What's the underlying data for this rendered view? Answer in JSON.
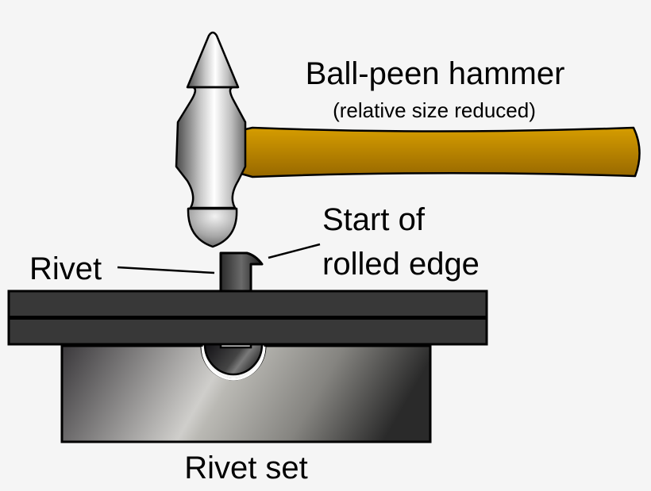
{
  "title": "Ball-peen hammer riveting diagram",
  "labels": {
    "hammer": "Ball-peen hammer",
    "hammer_note": "(relative size reduced)",
    "rivet": "Rivet",
    "rolled_edge_line1": "Start of",
    "rolled_edge_line2": "rolled edge",
    "rivet_set": "Rivet set"
  },
  "colors": {
    "background": "#f5f5f5",
    "handle_light": "#d29a00",
    "handle_dark": "#996a00",
    "plate": "#383838",
    "steel_light": "#ffffff",
    "steel_dark": "#555555",
    "outline": "#000000"
  },
  "components": [
    {
      "name": "hammer-head",
      "material": "steel"
    },
    {
      "name": "hammer-handle",
      "material": "wood"
    },
    {
      "name": "rivet",
      "material": "steel"
    },
    {
      "name": "plate-top",
      "material": "steel"
    },
    {
      "name": "plate-bottom",
      "material": "steel"
    },
    {
      "name": "rivet-set",
      "material": "steel"
    }
  ]
}
